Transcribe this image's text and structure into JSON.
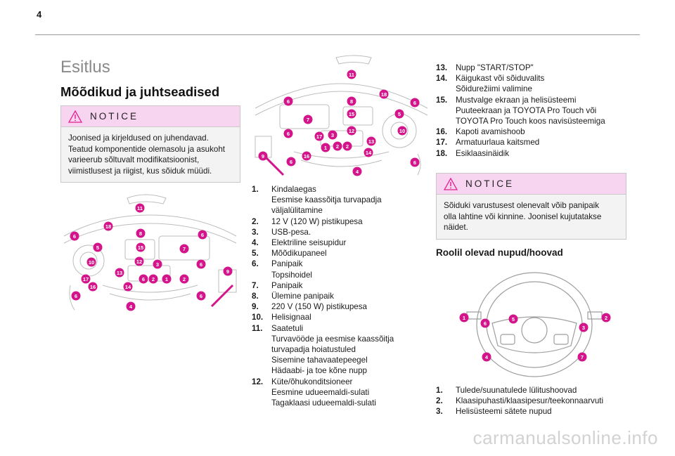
{
  "page": {
    "number": "4"
  },
  "section_title": "Esitlus",
  "sub_title": "Mõõdikud ja juhtseadised",
  "notice1": {
    "heading": "NOTICE",
    "lines": [
      "Joonised ja kirjeldused on juhendavad.",
      "Teatud komponentide olemasolu ja asukoht",
      "varieerub sõltuvalt modifikatsioonist,",
      "viimistlusest ja riigist, kus sõiduk müüdi."
    ]
  },
  "notice2": {
    "heading": "NOTICE",
    "lines": [
      "Sõiduki varustusest olenevalt võib panipaik",
      "olla lahtine või kinnine. Joonisel kujutatakse",
      "näidet."
    ]
  },
  "diagram_left_callouts": [
    "11",
    "18",
    "6",
    "8",
    "6",
    "5",
    "15",
    "7",
    "10",
    "12",
    "3",
    "6",
    "13",
    "6",
    "2",
    "1",
    "2",
    "9",
    "17",
    "16",
    "14",
    "6",
    "4",
    "6"
  ],
  "diagram_right_callouts": [
    "11",
    "6",
    "8",
    "18",
    "6",
    "15",
    "5",
    "7",
    "3",
    "10",
    "12",
    "13",
    "17",
    "2",
    "1",
    "2",
    "6",
    "16",
    "14",
    "9",
    "6",
    "4",
    "6"
  ],
  "diagram_wheel_callouts": [
    "1",
    "2",
    "5",
    "6",
    "3",
    "4",
    "7"
  ],
  "list_mid": [
    {
      "num": "1.",
      "lines": [
        "Kindalaegas",
        "Eesmise kaassõitja turvapadja",
        "väljalülitamine"
      ]
    },
    {
      "num": "2.",
      "lines": [
        "12 V (120 W) pistikupesa"
      ]
    },
    {
      "num": "3.",
      "lines": [
        "USB-pesa."
      ]
    },
    {
      "num": "4.",
      "lines": [
        "Elektriline seisupidur"
      ]
    },
    {
      "num": "5.",
      "lines": [
        "Mõõdikupaneel"
      ]
    },
    {
      "num": "6.",
      "lines": [
        "Panipaik",
        "Topsihoidel"
      ]
    },
    {
      "num": "7.",
      "lines": [
        "Panipaik"
      ]
    },
    {
      "num": "8.",
      "lines": [
        "Ülemine panipaik"
      ]
    },
    {
      "num": "9.",
      "lines": [
        "220 V (150 W) pistikupesa"
      ]
    },
    {
      "num": "10.",
      "lines": [
        "Helisignaal"
      ]
    },
    {
      "num": "11.",
      "lines": [
        "Saatetuli",
        "Turvavööde ja eesmise kaassõitja",
        "turvapadja hoiatustuled",
        "Sisemine tahavaatepeegel",
        "Hädaabi- ja toe kõne nupp"
      ]
    },
    {
      "num": "12.",
      "lines": [
        "Küte/õhukonditsioneer",
        "Eesmine udueemaldi-sulati",
        "Tagaklaasi udueemaldi-sulati"
      ]
    }
  ],
  "list_right": [
    {
      "num": "13.",
      "lines": [
        "Nupp \"START/STOP\""
      ]
    },
    {
      "num": "14.",
      "lines": [
        "Käigukast või sõiduvalits",
        "Sõidurežiimi valimine"
      ]
    },
    {
      "num": "15.",
      "lines": [
        "Mustvalge ekraan ja helisüsteemi",
        "Puuteekraan ja TOYOTA Pro Touch või",
        "TOYOTA Pro Touch koos navisüsteemiga"
      ]
    },
    {
      "num": "16.",
      "lines": [
        "Kapoti avamishoob"
      ]
    },
    {
      "num": "17.",
      "lines": [
        "Armatuurlaua kaitsmed"
      ]
    },
    {
      "num": "18.",
      "lines": [
        "Esiklaasinäidik"
      ]
    }
  ],
  "controls_title": "Roolil olevad nupud/hoovad",
  "list_wheel": [
    {
      "num": "1.",
      "lines": [
        "Tulede/suunatulede lülitushoovad"
      ]
    },
    {
      "num": "2.",
      "lines": [
        "Klaasipuhasti/klaasipesur/teekonnaarvuti"
      ]
    },
    {
      "num": "3.",
      "lines": [
        "Helisüsteemi sätete nupud"
      ]
    }
  ],
  "watermark": "carmanualsonline.info",
  "colors": {
    "callout": "#d4148a",
    "notice_head": "#f7d4ef",
    "notice_body": "#f3f3f3",
    "warning": "#e0228f"
  }
}
